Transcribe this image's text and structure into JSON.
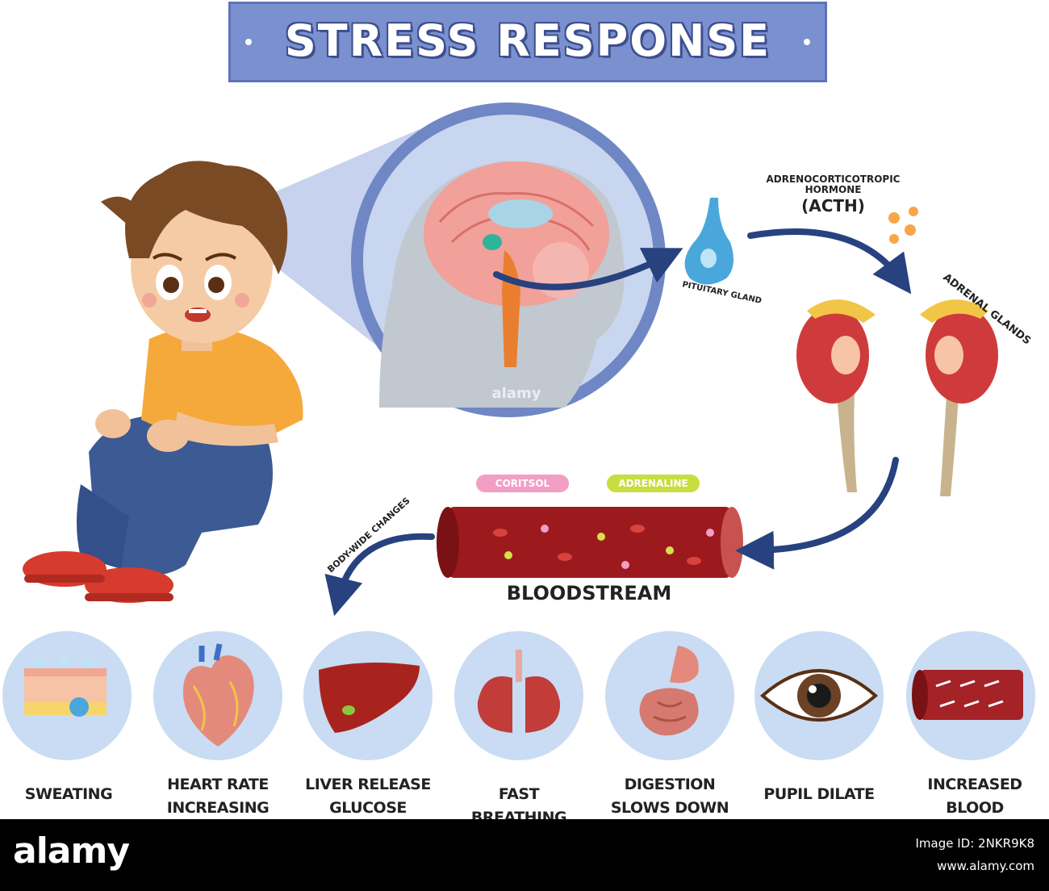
{
  "title": "STRESS RESPONSE",
  "labels": {
    "hormone_line1": "ADRENOCORTICOTROPIC",
    "hormone_line2": "HORMONE",
    "hormone_abbr": "(ACTH)",
    "pituitary": "PITUITARY GLAND",
    "adrenal": "ADRENAL GLANDS",
    "cortisol": "CORITSOL",
    "adrenaline": "ADRENALINE",
    "body_wide": "BODY-WIDE CHANGES",
    "bloodstream": "BLOODSTREAM",
    "watermark": "alamy"
  },
  "effects": [
    {
      "line1": "SWEATING",
      "line2": ""
    },
    {
      "line1": "HEART RATE",
      "line2": "INCREASING"
    },
    {
      "line1": "LIVER RELEASE",
      "line2": "GLUCOSE"
    },
    {
      "line1": "FAST BREATHING",
      "line2": ""
    },
    {
      "line1": "DIGESTION",
      "line2": "SLOWS DOWN"
    },
    {
      "line1": "PUPIL DILATE",
      "line2": ""
    },
    {
      "line1": "INCREASED",
      "line2": "BLOOD PRESSURE"
    }
  ],
  "footer": {
    "logo": "alamy",
    "image_id": "Image ID: 2NKR9K8",
    "url": "www.alamy.com"
  },
  "colors": {
    "banner": "#7b90cf",
    "arrow": "#27427f",
    "circle_bg": "#c9dcf3",
    "cortisol_pill": "#f39ec4",
    "adrenaline_pill": "#c8dd3f",
    "blood": "#9c1a1d"
  }
}
